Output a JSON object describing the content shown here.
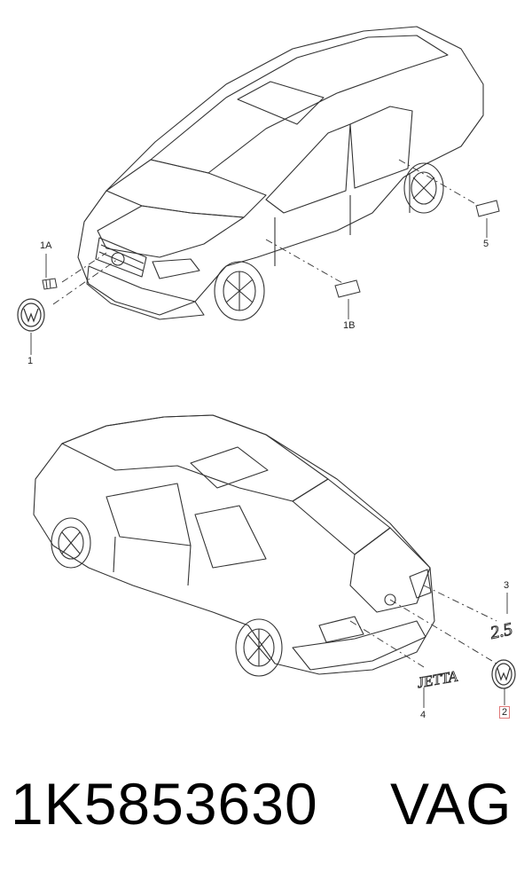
{
  "callouts": {
    "c1A": "1A",
    "c1": "1",
    "c1B": "1B",
    "c5": "5",
    "c3": "3",
    "c4": "4",
    "c2": "2"
  },
  "badges": {
    "jetta_script": "JETTA",
    "tsi_script": "2.5"
  },
  "footer": {
    "part_number": "1K5853630",
    "brand": "VAG"
  },
  "colors": {
    "line": "#333333",
    "highlight_box": "#e07a7a"
  }
}
